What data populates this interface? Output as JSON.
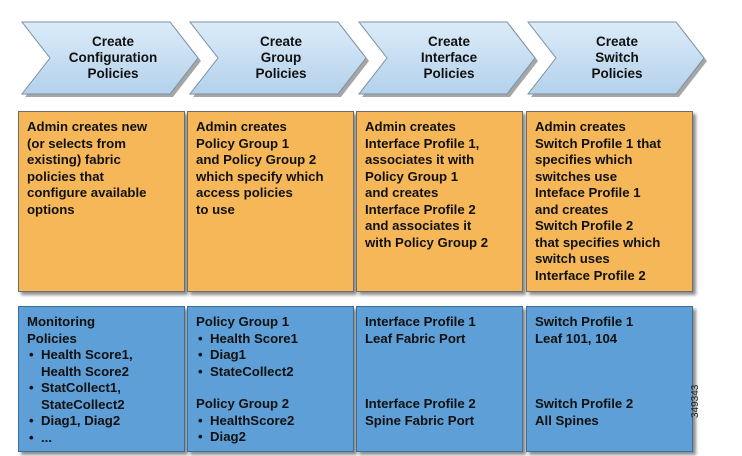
{
  "steps": [
    {
      "title": "Create\nConfiguration\nPolicies"
    },
    {
      "title": "Create\nGroup\nPolicies"
    },
    {
      "title": "Create\nInterface\nPolicies"
    },
    {
      "title": "Create\nSwitch\nPolicies"
    }
  ],
  "descriptions": [
    "Admin creates new\n(or selects from\nexisting) fabric\npolicies that\nconfigure available\noptions",
    "Admin creates\nPolicy Group 1\nand Policy Group 2\nwhich specify which\naccess policies\nto use",
    "Admin creates\nInterface Profile 1,\nassociates it with\nPolicy Group 1\nand creates\nInterface Profile 2\nand associates it\nwith Policy Group 2",
    "Admin creates\nSwitch Profile 1 that\nspecifies which\nswitches use\nInteface Profile 1\nand creates\nSwitch Profile 2\nthat specifies which\nswitch uses\nInterface Profile 2"
  ],
  "details": {
    "monitoring": {
      "heading": "Monitoring\nPolicies",
      "items": [
        "Health Score1,\nHealth Score2",
        "StatCollect1,\nStateCollect2",
        "Diag1, Diag2",
        "..."
      ]
    },
    "groups": {
      "group1_heading": "Policy Group 1",
      "group1_items": [
        "Health Score1",
        "Diag1",
        "StateCollect2"
      ],
      "group2_heading": "Policy Group 2",
      "group2_items": [
        "HealthScore2",
        "Diag2"
      ]
    },
    "interfaces": {
      "profile1": "Interface Profile 1",
      "profile1_port": "Leaf Fabric Port",
      "profile2": "Interface Profile 2",
      "profile2_port": "Spine Fabric Port"
    },
    "switches": {
      "profile1": "Switch Profile 1",
      "profile1_nodes": "Leaf 101, 104",
      "profile2": "Switch Profile 2",
      "profile2_nodes": "All Spines"
    }
  },
  "figure_id": "349343",
  "colors": {
    "arrow_fill_light": "#d9ebf8",
    "arrow_fill_dark": "#b7d3ec",
    "arrow_stroke": "#7a8fa3",
    "description_fill": "#f5b757",
    "detail_fill": "#5d9fd6"
  }
}
